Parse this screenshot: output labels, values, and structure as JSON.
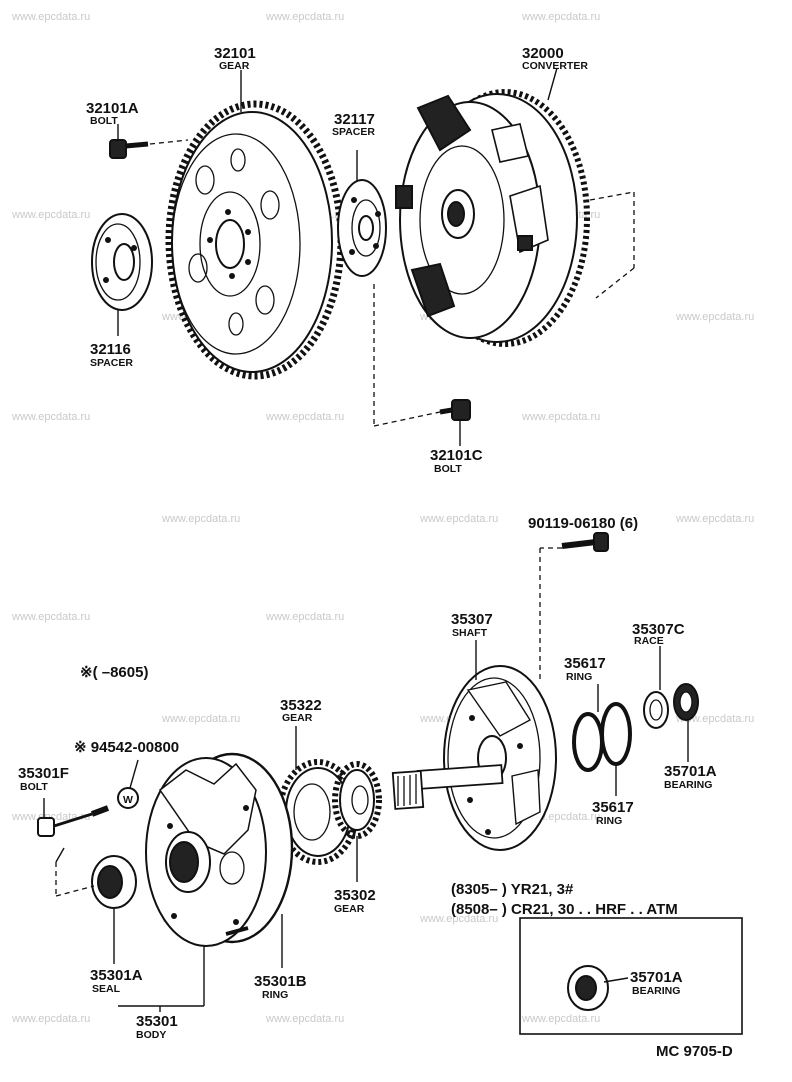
{
  "watermark": "www.epcdata.ru",
  "callouts": {
    "gear_32101": {
      "number": "32101",
      "name": "GEAR"
    },
    "bolt_32101A": {
      "number": "32101A",
      "name": "BOLT"
    },
    "converter_32000": {
      "number": "32000",
      "name": "CONVERTER"
    },
    "spacer_32117": {
      "number": "32117",
      "name": "SPACER"
    },
    "spacer_32116": {
      "number": "32116",
      "name": "SPACER"
    },
    "bolt_32101C": {
      "number": "32101C",
      "name": "BOLT"
    },
    "bolt_90119": {
      "number": "90119-06180 (6)"
    },
    "shaft_35307": {
      "number": "35307",
      "name": "SHAFT"
    },
    "race_35307C": {
      "number": "35307C",
      "name": "RACE"
    },
    "ring_35617_upper": {
      "number": "35617",
      "name": "RING"
    },
    "ring_35617_lower": {
      "number": "35617",
      "name": "RING"
    },
    "bearing_35701A_upper": {
      "number": "35701A",
      "name": "BEARING"
    },
    "gear_35322": {
      "number": "35322",
      "name": "GEAR"
    },
    "gear_35302": {
      "number": "35302",
      "name": "GEAR"
    },
    "bolt_35301F": {
      "number": "35301F",
      "name": "BOLT"
    },
    "washer_94542": {
      "number": "※ 94542-00800"
    },
    "seal_35301A": {
      "number": "35301A",
      "name": "SEAL"
    },
    "ring_35301B": {
      "number": "35301B",
      "name": "RING"
    },
    "body_35301": {
      "number": "35301",
      "name": "BODY"
    },
    "bearing_35701A_box": {
      "number": "35701A",
      "name": "BEARING"
    }
  },
  "note_range": "※(      –8605)",
  "applicability": {
    "line1": "(8305–           ) YR21, 3#",
    "line2": "(8508–           ) CR21, 30 . . HRF . . ATM"
  },
  "diagram_code": "MC 9705-D",
  "washer_symbol": "W"
}
